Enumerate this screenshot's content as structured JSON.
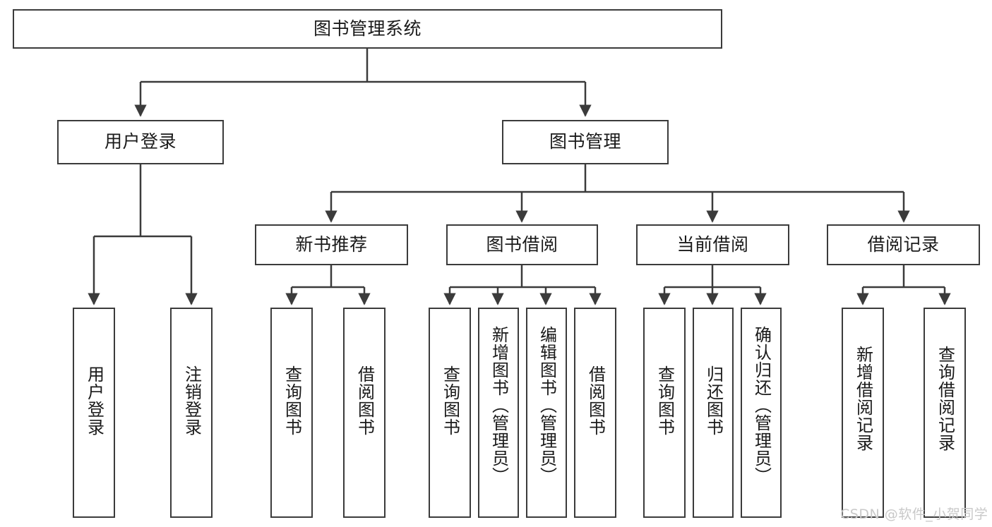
{
  "diagram": {
    "type": "tree-hierarchy",
    "title": "图书管理系统",
    "watermark": "CSDN @软件_小贺同学",
    "colors": {
      "background": "#ffffff",
      "box_stroke": "#3b3b3b",
      "box_fill": "#ffffff",
      "connector": "#3b3b3b",
      "text": "#1a1a1a",
      "watermark": "#c9c9c9"
    },
    "nodes": {
      "root": {
        "label": "图书管理系统",
        "level": 0
      },
      "level1": [
        {
          "id": "user-login",
          "label": "用户登录"
        },
        {
          "id": "book-manage",
          "label": "图书管理"
        }
      ],
      "level2": [
        {
          "id": "new-book-recommend",
          "label": "新书推荐",
          "parent": "book-manage"
        },
        {
          "id": "book-borrow",
          "label": "图书借阅",
          "parent": "book-manage"
        },
        {
          "id": "current-borrow",
          "label": "当前借阅",
          "parent": "book-manage"
        },
        {
          "id": "borrow-record",
          "label": "借阅记录",
          "parent": "book-manage"
        }
      ],
      "leaves": {
        "user-login": [
          {
            "id": "leaf-user-login",
            "label": "用户登录"
          },
          {
            "id": "leaf-logout",
            "label": "注销登录"
          }
        ],
        "new-book-recommend": [
          {
            "id": "leaf-query-book-1",
            "label": "查询图书"
          },
          {
            "id": "leaf-borrow-book-1",
            "label": "借阅图书"
          }
        ],
        "book-borrow": [
          {
            "id": "leaf-query-book-2",
            "label": "查询图书"
          },
          {
            "id": "leaf-add-book",
            "label": "新增图书（管理员）"
          },
          {
            "id": "leaf-edit-book",
            "label": "编辑图书（管理员）"
          },
          {
            "id": "leaf-borrow-book-2",
            "label": "借阅图书"
          }
        ],
        "current-borrow": [
          {
            "id": "leaf-query-book-3",
            "label": "查询图书"
          },
          {
            "id": "leaf-return-book",
            "label": "归还图书"
          },
          {
            "id": "leaf-confirm-return",
            "label": "确认归还（管理员）"
          }
        ],
        "borrow-record": [
          {
            "id": "leaf-add-record",
            "label": "新增借阅记录"
          },
          {
            "id": "leaf-query-record",
            "label": "查询借阅记录"
          }
        ]
      }
    }
  }
}
